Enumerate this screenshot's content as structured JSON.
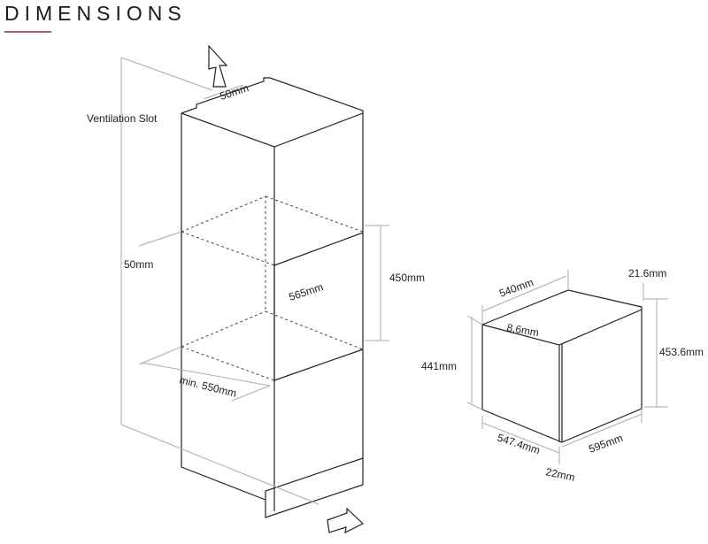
{
  "title": "DIMENSIONS",
  "accent_color": "#b5566f",
  "cabinet": {
    "ventilation_label": "Ventilation Slot",
    "slot_width": "50mm",
    "side_gap": "50mm",
    "opening_height": "450mm",
    "opening_depth": "565mm",
    "min_width": "min. 550mm"
  },
  "appliance": {
    "depth": "540mm",
    "panel_thickness": "21.6mm",
    "inset": "8.6mm",
    "body_height": "441mm",
    "front_height": "453.6mm",
    "body_width": "547.4mm",
    "front_width": "595mm",
    "front_depth": "22mm"
  },
  "icons": [
    "arrow-up-icon",
    "arrow-in-icon"
  ]
}
